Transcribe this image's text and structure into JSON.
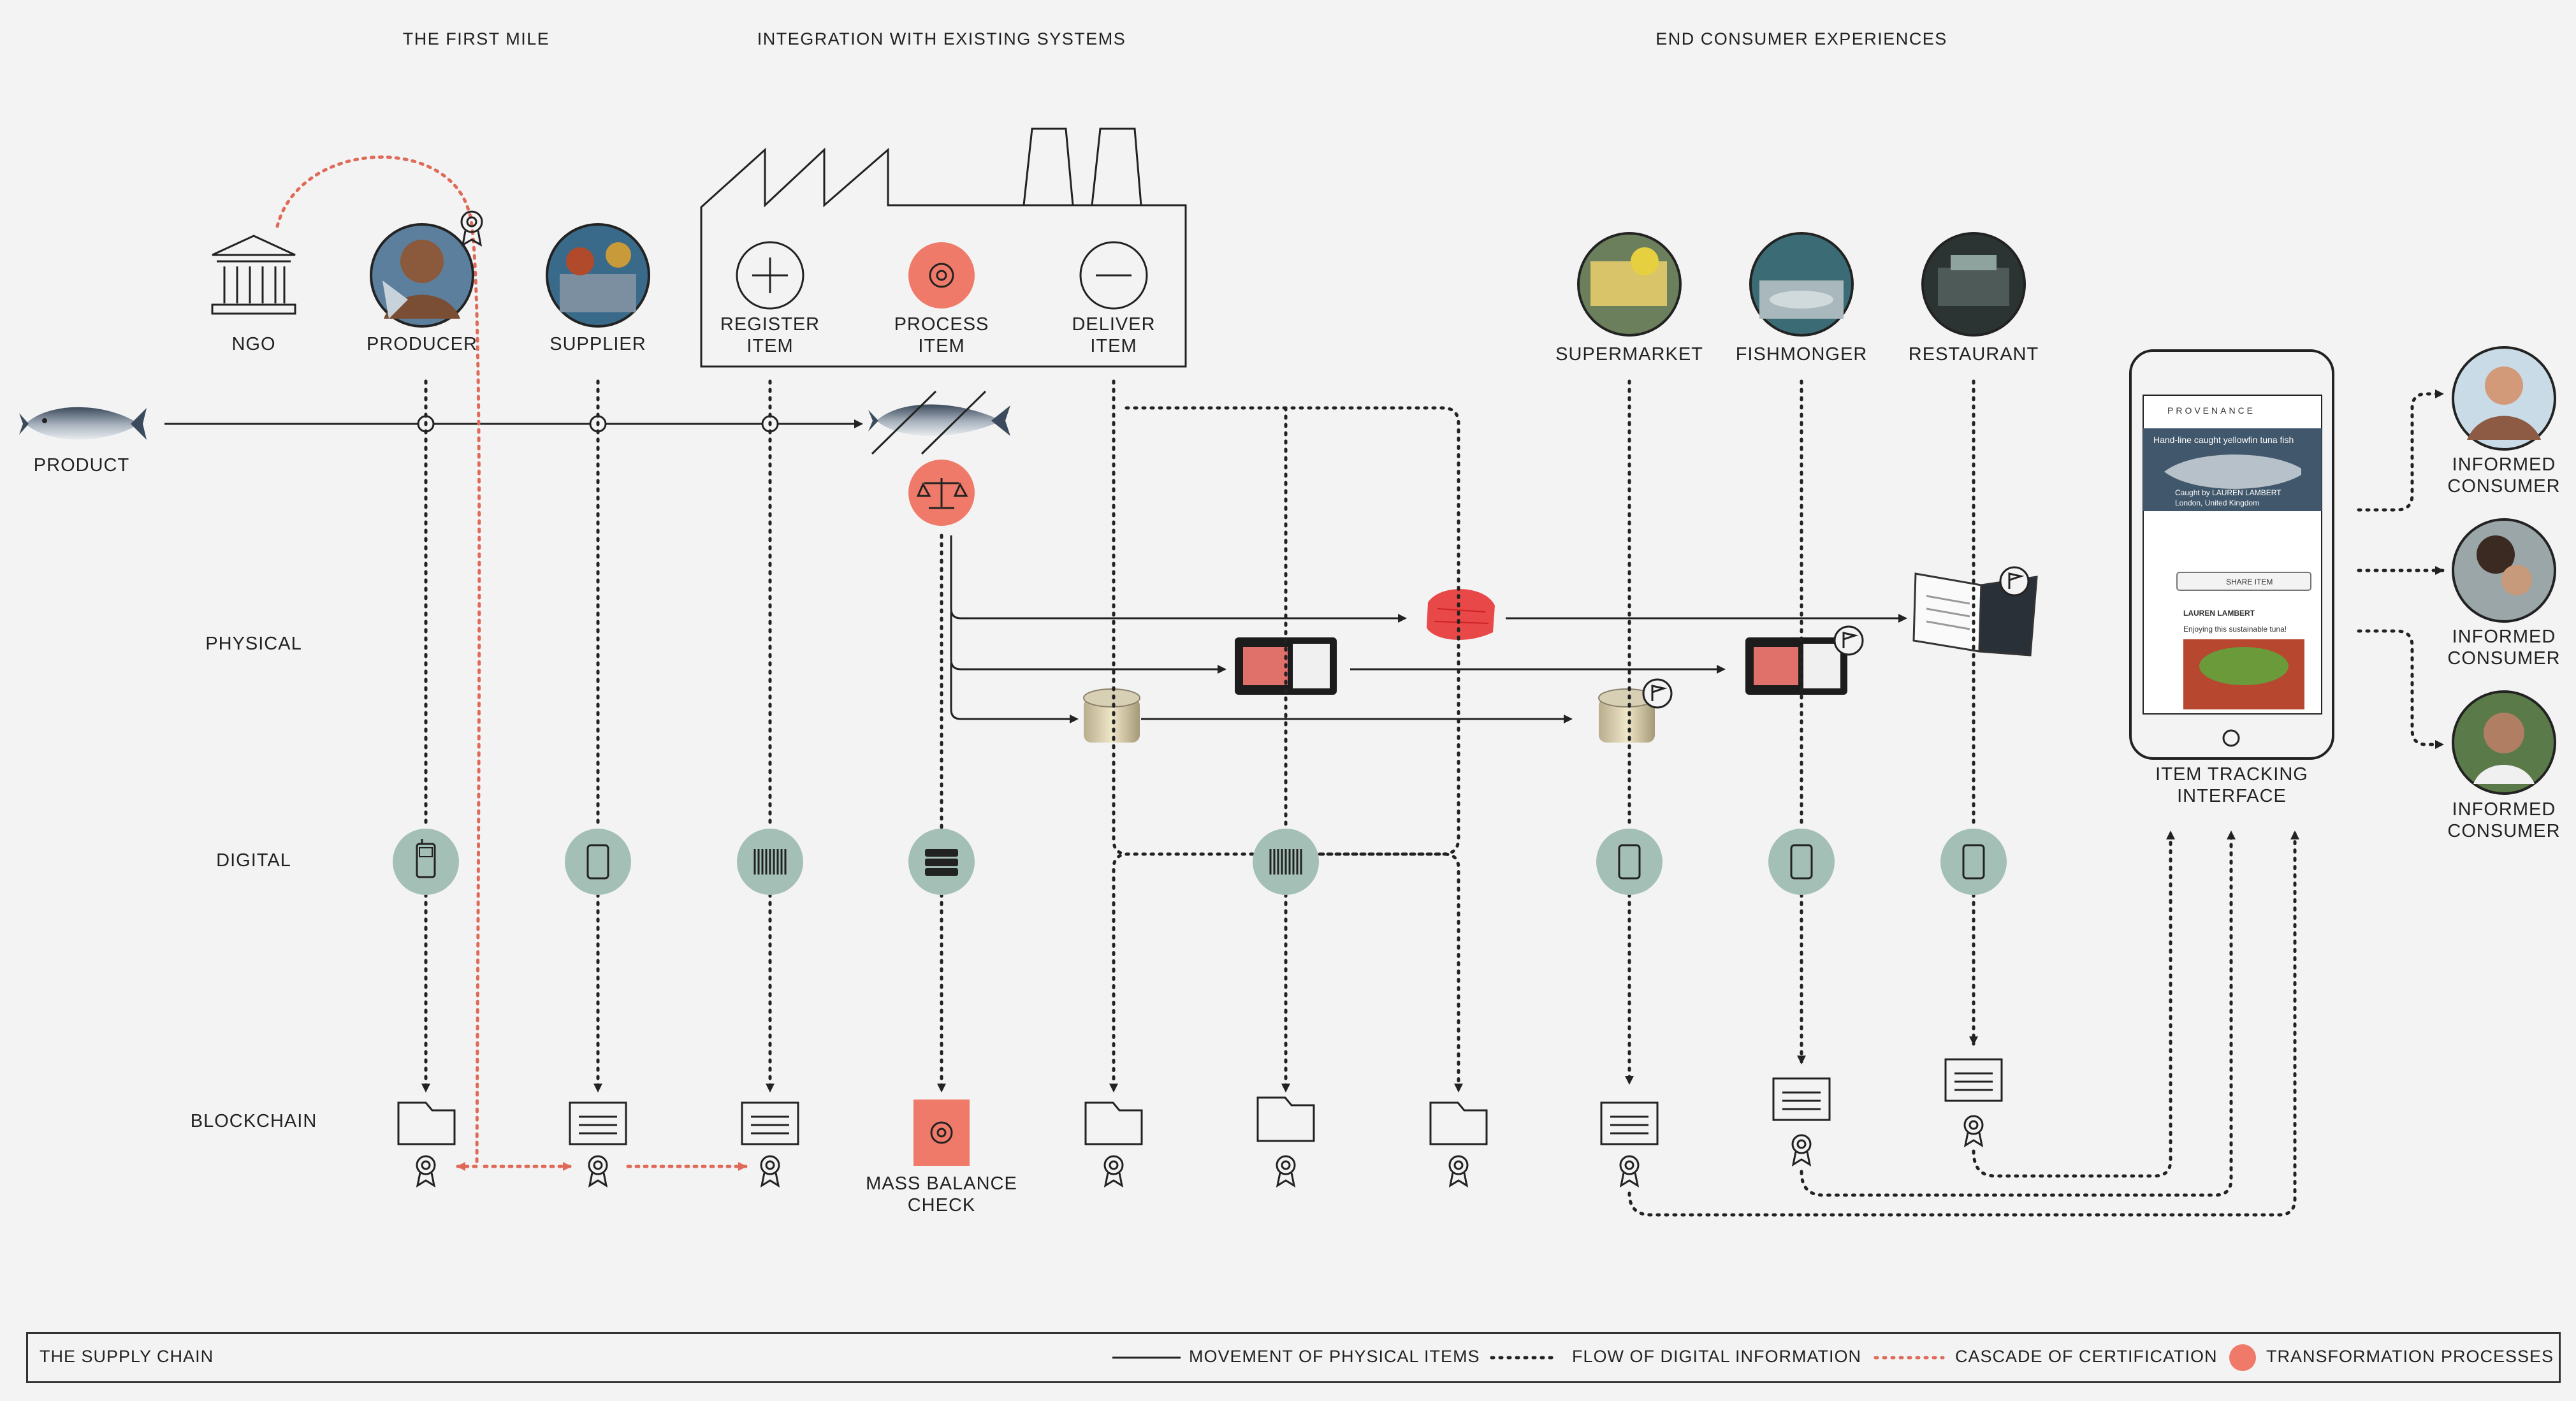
{
  "sections": {
    "first_mile": "THE FIRST MILE",
    "integration": "INTEGRATION WITH EXISTING SYSTEMS",
    "consumer": "END CONSUMER EXPERIENCES"
  },
  "rows": {
    "product": "PRODUCT",
    "physical": "PHYSICAL",
    "digital": "DIGITAL",
    "blockchain": "BLOCKCHAIN"
  },
  "actors": {
    "ngo": "NGO",
    "producer": "PRODUCER",
    "supplier": "SUPPLIER",
    "supermarket": "SUPERMARKET",
    "fishmonger": "FISHMONGER",
    "restaurant": "RESTAURANT"
  },
  "factory": {
    "register": [
      "REGISTER",
      "ITEM"
    ],
    "process": [
      "PROCESS",
      "ITEM"
    ],
    "deliver": [
      "DELIVER",
      "ITEM"
    ]
  },
  "mass_balance": [
    "MASS BALANCE",
    "CHECK"
  ],
  "tracking": [
    "ITEM TRACKING",
    "INTERFACE"
  ],
  "consumers": [
    [
      "INFORMED",
      "CONSUMER"
    ],
    [
      "INFORMED",
      "CONSUMER"
    ],
    [
      "INFORMED",
      "CONSUMER"
    ]
  ],
  "phone_screen": {
    "brand": "PROVENANCE",
    "headline": "Hand-line caught yellowfin tuna fish",
    "caught_by": "Caught by LAUREN LAMBERT",
    "location": "London, United Kingdom",
    "share": "SHARE ITEM",
    "user": "LAUREN LAMBERT",
    "comment": "Enjoying this sustainable tuna!"
  },
  "legend": {
    "title": "THE SUPPLY CHAIN",
    "physical": "MOVEMENT OF PHYSICAL ITEMS",
    "digital": "FLOW OF DIGITAL INFORMATION",
    "cert": "CASCADE OF CERTIFICATION",
    "transform": "TRANSFORMATION PROCESSES"
  },
  "colors": {
    "accent": "#f07a6a",
    "digital_circle": "#a4bfb6",
    "line": "#222222",
    "background": "#f3f3f3"
  }
}
